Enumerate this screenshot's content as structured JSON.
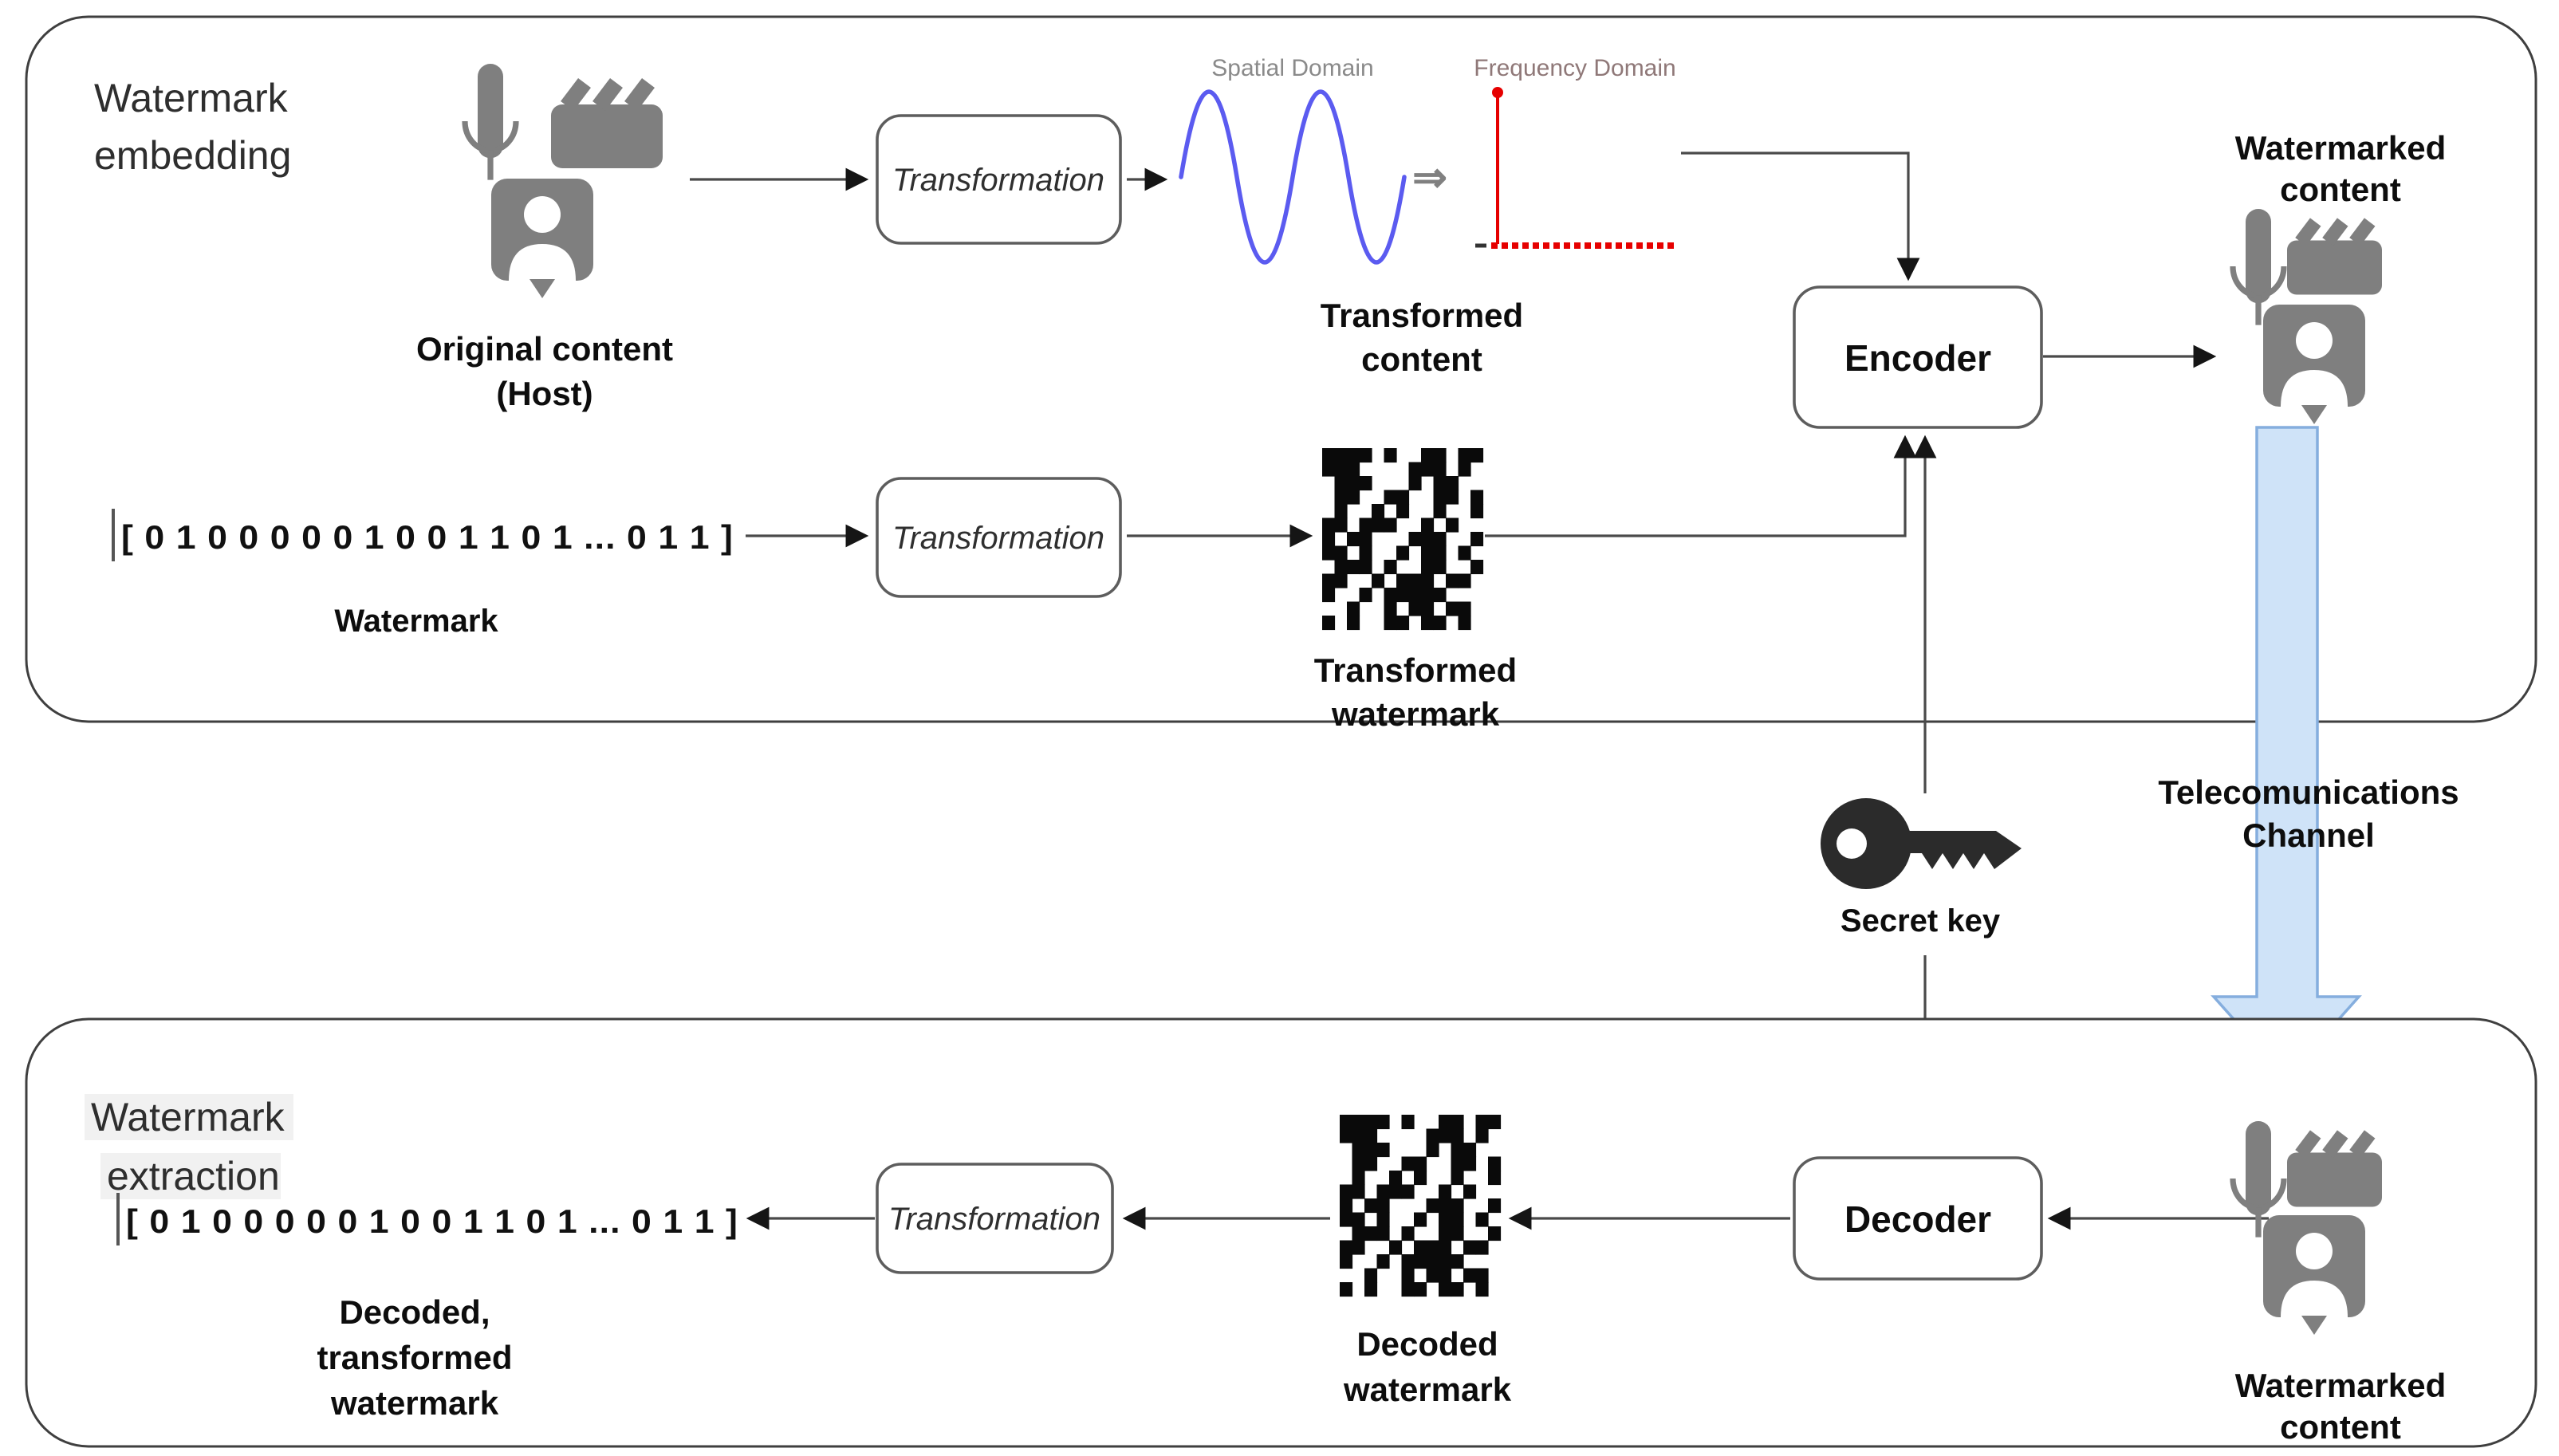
{
  "embedding": {
    "title": [
      "Watermark",
      "embedding"
    ],
    "original_content_label": [
      "Original content",
      "(Host)"
    ],
    "transformation_content_label": "Transformation",
    "spatial_domain_label": "Spatial Domain",
    "frequency_domain_label": "Frequency Domain",
    "implies_symbol": "⇒",
    "transformed_content_label": [
      "Transformed",
      "content"
    ],
    "watermark_value": "[ 0 1 0 0 0 0 0 1 0 0 1 1 0 1  ... 0 1 1 ]",
    "watermark_label": "Watermark",
    "transformation_watermark_label": "Transformation",
    "transformed_watermark_label": [
      "Transformed",
      "watermark"
    ],
    "encoder_label": "Encoder",
    "watermarked_content_label": [
      "Watermarked",
      "content"
    ]
  },
  "channel": {
    "secret_key_label": "Secret key",
    "channel_label": [
      "Telecomunications",
      "Channel"
    ]
  },
  "extraction": {
    "title": [
      "Watermark",
      "extraction"
    ],
    "decoded_value": "[ 0 1 0 0 0 0 0 1 0 0 1 1 0 1  ... 0 1 1 ]",
    "decoded_transformed_label": [
      "Decoded,",
      "transformed",
      "watermark"
    ],
    "transformation_label": "Transformation",
    "decoded_watermark_label": [
      "Decoded",
      "watermark"
    ],
    "decoder_label": "Decoder",
    "watermarked_content_label": [
      "Watermarked",
      "content"
    ]
  },
  "qr_pattern": [
    "1111010011011",
    "1110000111010",
    "0111000101100",
    "0110011001101",
    "0100101001001",
    "1101110010100",
    "1011000111001",
    "1101001011010",
    "0111010011001",
    "1100101110110",
    "1001011111000",
    "0010010110110",
    "1010011011010"
  ],
  "colors": {
    "sine_wave_blue": "#5b5bf0",
    "frequency_red": "#e60000",
    "channel_arrow_fill": "#cfe3f8",
    "channel_arrow_stroke": "#85aede",
    "icon_gray": "#7f7f7f",
    "key_black": "#2b2b2b",
    "line_gray": "#4a4a4a"
  }
}
